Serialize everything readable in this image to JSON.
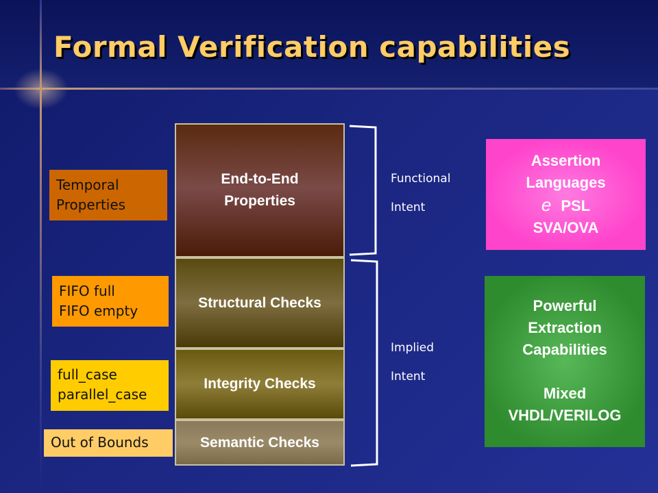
{
  "title": "Formal Verification capabilities",
  "left_labels": [
    {
      "lines": [
        "Temporal",
        "Properties"
      ],
      "color": "#cc6600"
    },
    {
      "lines": [
        "FIFO full",
        "FIFO empty"
      ],
      "color": "#ff9900"
    },
    {
      "lines": [
        "full_case",
        "parallel_case"
      ],
      "color": "#ffcc00"
    },
    {
      "lines": [
        "Out of Bounds"
      ],
      "color": "#ffcc66"
    }
  ],
  "stack": [
    {
      "lines": [
        "End-to-End",
        "Properties"
      ]
    },
    {
      "lines": [
        "Structural Checks"
      ]
    },
    {
      "lines": [
        "Integrity Checks"
      ]
    },
    {
      "lines": [
        "Semantic Checks"
      ]
    }
  ],
  "intents": [
    {
      "lines": [
        "Functional",
        "Intent"
      ]
    },
    {
      "lines": [
        "Implied",
        "Intent"
      ]
    }
  ],
  "right_boxes": [
    {
      "lines": [
        "Assertion",
        "Languages",
        "PSL",
        "SVA/OVA"
      ],
      "glyph": "e",
      "color": "#ff44cc"
    },
    {
      "lines": [
        "Powerful",
        "Extraction",
        "Capabilities",
        "Mixed",
        "VHDL/VERILOG"
      ],
      "color": "#2e8b2e"
    }
  ]
}
